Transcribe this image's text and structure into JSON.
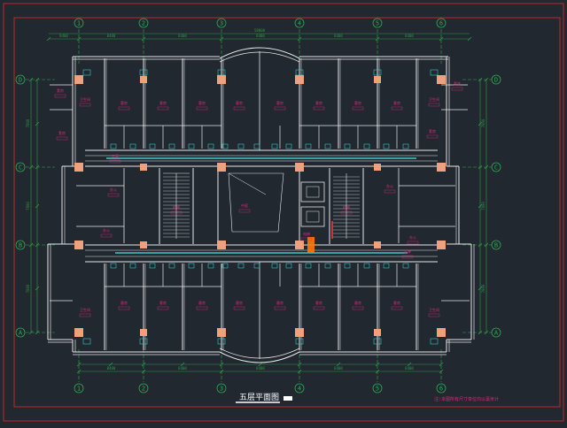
{
  "drawing": {
    "title": "五层平面图",
    "note": "注:本图所有尺寸单位均以毫米计",
    "overall_dimension": "58800",
    "colors": {
      "background": "#212830",
      "border": "#c0292b",
      "wall": "#e8e8ea",
      "axis": "#33a852",
      "dimension": "#2f9a45",
      "room_label": "#e0287d",
      "column": "#f0a07a",
      "door": "#36c9c9",
      "corridor": "#45c8c8",
      "accent": "#ff7a00"
    },
    "column_axes": [
      {
        "label": "1"
      },
      {
        "label": "2"
      },
      {
        "label": "3"
      },
      {
        "label": "4"
      },
      {
        "label": "5"
      },
      {
        "label": "6"
      }
    ],
    "row_axes": [
      {
        "label": "D"
      },
      {
        "label": "C"
      },
      {
        "label": "B"
      },
      {
        "label": "A"
      }
    ],
    "bay_dimensions": [
      "8400",
      "8400",
      "8400",
      "8400",
      "8400",
      "8400"
    ],
    "side_dimensions": [
      "7800",
      "7800",
      "7800"
    ],
    "rooms": [
      {
        "label": "客房"
      },
      {
        "label": "客房"
      },
      {
        "label": "客房"
      },
      {
        "label": "客房"
      },
      {
        "label": "客房"
      },
      {
        "label": "客房"
      },
      {
        "label": "客房"
      },
      {
        "label": "客房"
      },
      {
        "label": "客房"
      },
      {
        "label": "客房"
      },
      {
        "label": "客房"
      },
      {
        "label": "客房"
      },
      {
        "label": "客房"
      },
      {
        "label": "客房"
      },
      {
        "label": "客房"
      },
      {
        "label": "客房"
      },
      {
        "label": "卫生间"
      },
      {
        "label": "卫生间"
      },
      {
        "label": "卫生间"
      },
      {
        "label": "卫生间"
      },
      {
        "label": "套房"
      },
      {
        "label": "套房"
      },
      {
        "label": "套房"
      },
      {
        "label": "套房"
      },
      {
        "label": "中庭"
      },
      {
        "label": "走廊"
      },
      {
        "label": "走廊"
      },
      {
        "label": "电梯"
      },
      {
        "label": "楼梯"
      },
      {
        "label": "楼梯"
      },
      {
        "label": "办公"
      },
      {
        "label": "办公"
      },
      {
        "label": "办公"
      },
      {
        "label": "办公"
      }
    ]
  }
}
